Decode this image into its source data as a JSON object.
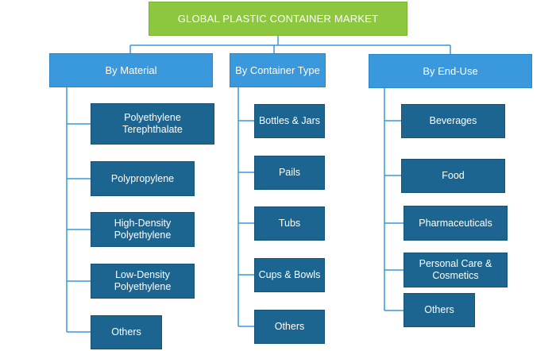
{
  "root": {
    "label": "GLOBAL PLASTIC CONTAINER MARKET"
  },
  "categories": [
    {
      "label": "By Material",
      "items": [
        "Polyethylene Terephthalate",
        "Polypropylene",
        "High-Density Polyethylene",
        "Low-Density Polyethylene",
        "Others"
      ]
    },
    {
      "label": "By Container Type",
      "items": [
        "Bottles & Jars",
        "Pails",
        "Tubs",
        "Cups & Bowls",
        "Others"
      ]
    },
    {
      "label": "By End-Use",
      "items": [
        "Beverages",
        "Food",
        "Pharmaceuticals",
        "Personal Care & Cosmetics",
        "Others"
      ]
    }
  ],
  "colors": {
    "root_fill": "#8dc63f",
    "category_fill": "#3a98dc",
    "leaf_fill": "#1d6591",
    "connector": "#3a98dc",
    "text": "#ffffff"
  }
}
